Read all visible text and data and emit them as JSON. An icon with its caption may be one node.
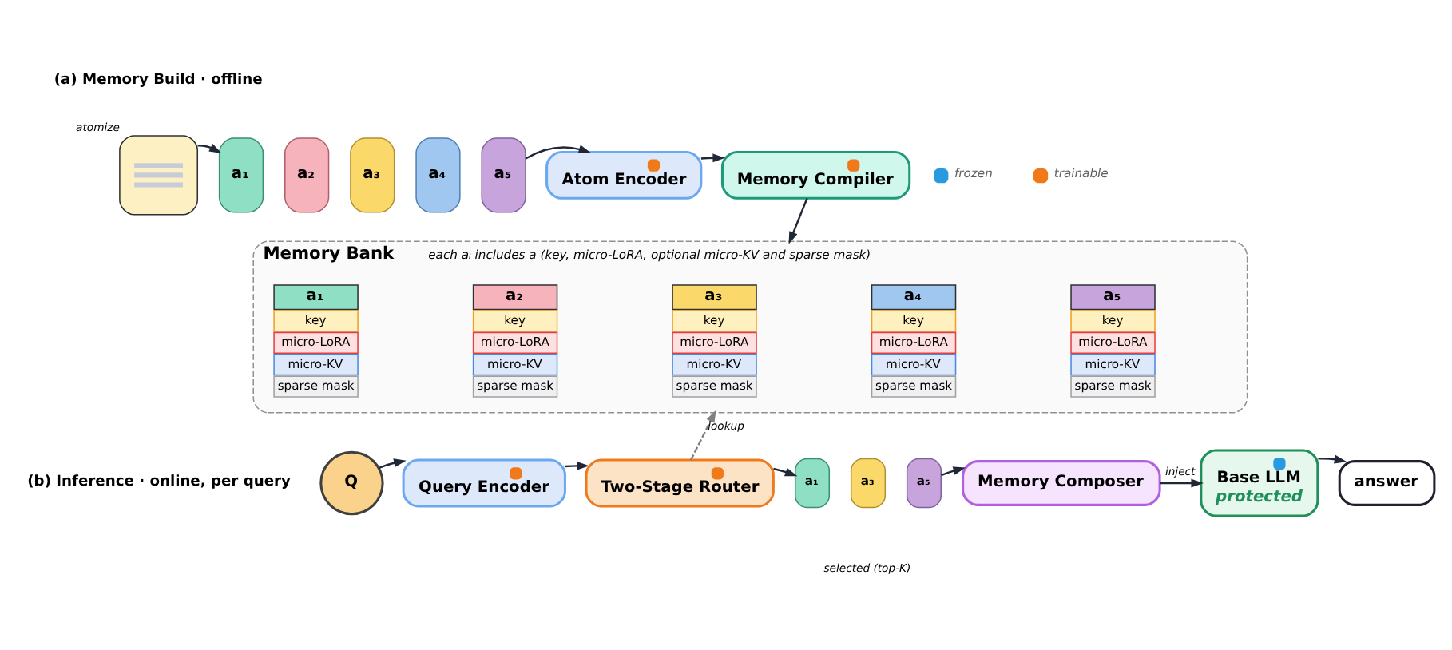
{
  "diagram": {
    "nodes": [
      {
        "text": [],
        "shape": "box",
        "beside": [
          "atomize"
        ]
      },
      {
        "text": [
          "a₁"
        ]
      },
      {
        "text": [
          "a₂"
        ]
      },
      {
        "text": [
          "a₃"
        ]
      },
      {
        "text": [
          "a₄"
        ]
      },
      {
        "text": [
          "a₅"
        ]
      },
      {
        "text": [
          "Atom Encoder"
        ]
      },
      {
        "text": [
          "Memory Compiler"
        ]
      },
      {
        "text": [
          "Memory Bank",
          "each aᵢ includes a (key, micro-LoRA, optional micro-KV and sparse mask)"
        ]
      },
      {
        "text": [
          "a₁",
          "key",
          "micro-LoRA",
          "micro-KV",
          "sparse mask"
        ],
        "in": 8
      },
      {
        "text": [
          "a₂",
          "key",
          "micro-LoRA",
          "micro-KV",
          "sparse mask"
        ],
        "in": 8
      },
      {
        "text": [
          "a₃",
          "key",
          "micro-LoRA",
          "micro-KV",
          "sparse mask"
        ],
        "in": 8
      },
      {
        "text": [
          "a₄",
          "key",
          "micro-LoRA",
          "micro-KV",
          "sparse mask"
        ],
        "in": 8
      },
      {
        "text": [
          "a₅",
          "key",
          "micro-LoRA",
          "micro-KV",
          "sparse mask"
        ],
        "in": 8
      },
      {
        "text": [
          "Q"
        ]
      },
      {
        "text": [
          "Query Encoder"
        ]
      },
      {
        "text": [
          "Two-Stage Router"
        ]
      },
      {
        "text": [
          "a₁"
        ]
      },
      {
        "text": [
          "a₃"
        ]
      },
      {
        "text": [
          "a₅"
        ]
      },
      {
        "text": [
          "Memory Composer"
        ]
      },
      {
        "text": [
          "Base LLM",
          "protected"
        ]
      },
      {
        "text": [
          "answer"
        ]
      }
    ],
    "edges": [
      {
        "from": 0,
        "to": 1,
        "arrow": "to"
      },
      {
        "from": 5,
        "to": 6,
        "arrow": "to"
      },
      {
        "from": 6,
        "to": 7,
        "arrow": "to"
      },
      {
        "from": 7,
        "to": 8,
        "arrow": "to"
      },
      {
        "from": 16,
        "to": 8,
        "arrow": "to",
        "label": "lookup",
        "style": "dashed",
        "color": "#808080"
      },
      {
        "from": 14,
        "to": 15,
        "arrow": "to"
      },
      {
        "from": 15,
        "to": 16,
        "arrow": "to"
      },
      {
        "from": 16,
        "to": 17,
        "arrow": "to"
      },
      {
        "from": 19,
        "to": 20,
        "arrow": "to"
      },
      {
        "from": 20,
        "to": 21,
        "arrow": "to",
        "label": "inject"
      },
      {
        "from": 21,
        "to": 22,
        "arrow": "to"
      }
    ],
    "labels": [
      "(a) Memory Build · offline",
      "(b) Inference · online, per query",
      "selected (top-K)"
    ],
    "legend": [
      {
        "text": "frozen"
      },
      {
        "text": "trainable"
      }
    ]
  }
}
